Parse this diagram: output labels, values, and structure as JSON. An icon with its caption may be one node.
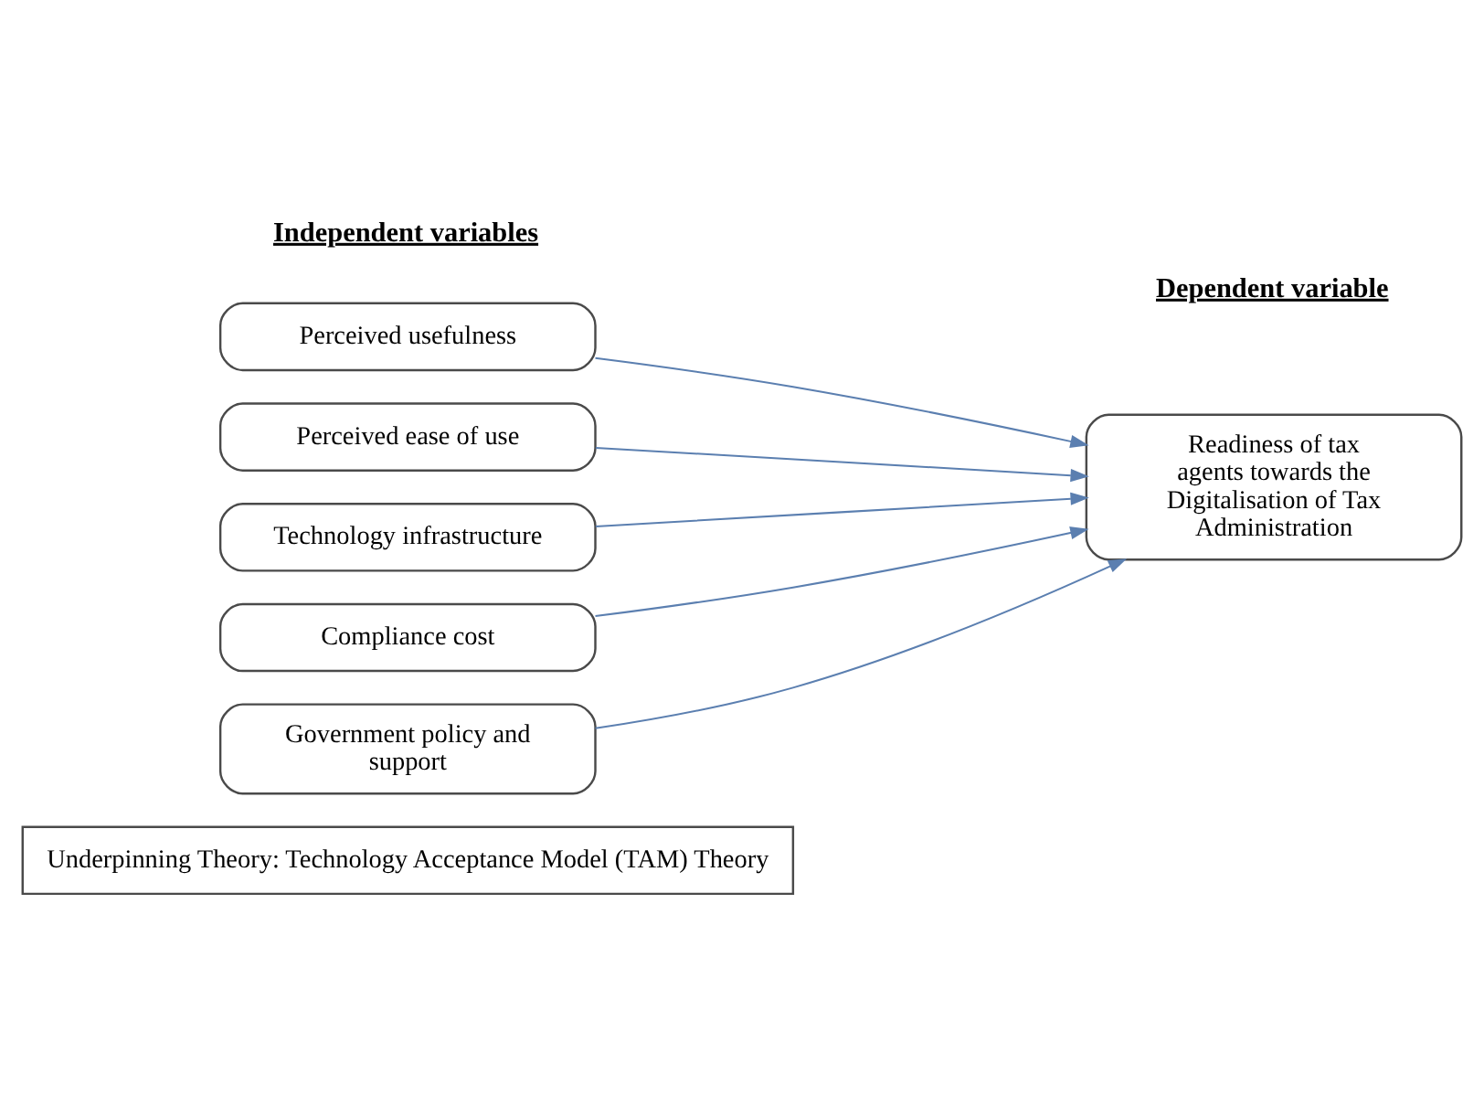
{
  "diagram": {
    "nodes": [
      {
        "text": [
          "Perceived usefulness"
        ]
      },
      {
        "text": [
          "Perceived ease of use"
        ]
      },
      {
        "text": [
          "Technology infrastructure"
        ]
      },
      {
        "text": [
          "Compliance cost"
        ]
      },
      {
        "text": [
          "Government policy and support"
        ]
      },
      {
        "text": [
          "Readiness of tax agents towards the Digitalisation of Tax Administration"
        ]
      },
      {
        "text": [
          "Underpinning Theory: Technology Acceptance Model (TAM) Theory"
        ]
      }
    ],
    "edges": [
      {
        "from": 0,
        "to": 5,
        "arrow": "to"
      },
      {
        "from": 1,
        "to": 5,
        "arrow": "to"
      },
      {
        "from": 2,
        "to": 5,
        "arrow": "to"
      },
      {
        "from": 3,
        "to": 5,
        "arrow": "to"
      },
      {
        "from": 4,
        "to": 5,
        "arrow": "to"
      }
    ],
    "labels": [
      "Independent variables",
      "Dependent variable"
    ]
  }
}
